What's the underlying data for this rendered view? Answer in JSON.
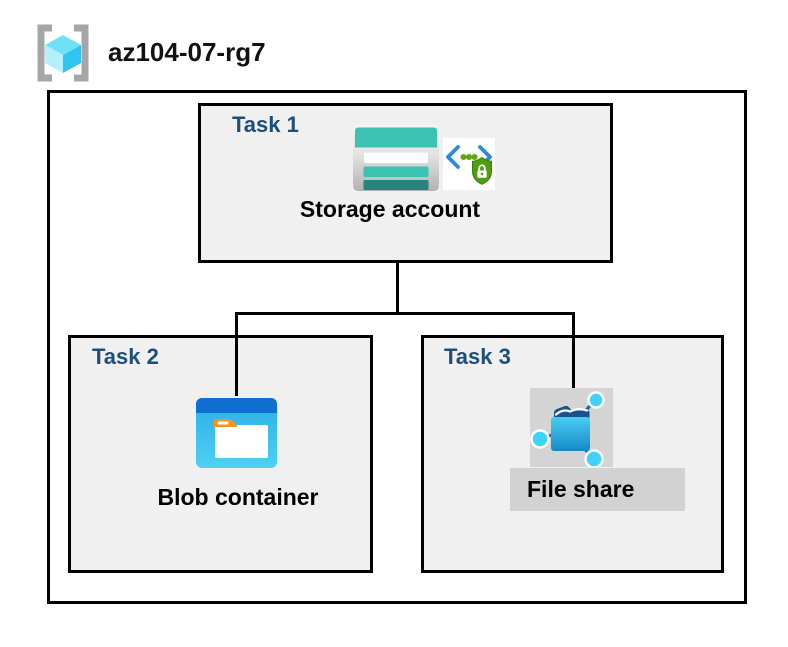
{
  "header": {
    "title": "az104-07-rg7"
  },
  "boxes": {
    "task1": {
      "label": "Task 1",
      "item": "Storage account"
    },
    "task2": {
      "label": "Task 2",
      "item": "Blob container"
    },
    "task3": {
      "label": "Task 3",
      "item": "File share"
    }
  },
  "icons": {
    "resource_group": "resource-group-icon",
    "storage_account": "storage-account-icon",
    "secure_endpoint": "secure-endpoint-icon",
    "blob_container": "blob-container-icon",
    "file_share": "file-share-icon"
  },
  "colors": {
    "task_label_blue": "#1f4e79",
    "box_fill": "#f0f0f0",
    "outline": "#000000",
    "storage_teal": "#3cc2b2",
    "storage_teal_dark": "#27857b",
    "blob_header_blue": "#0e6fd0",
    "blob_body_blue": "#35b7e8",
    "folder_tab_orange": "#f7941e",
    "file_share_node_cyan": "#3fd2fa",
    "file_share_flap_navy": "#1b508f",
    "highlight_gray": "#d2d2d2",
    "shield_green": "#4f9e10",
    "chevron_blue": "#2f8ad8",
    "bracket_gray": "#a6a6a6",
    "cube_cyan": "#6ee1f9"
  }
}
